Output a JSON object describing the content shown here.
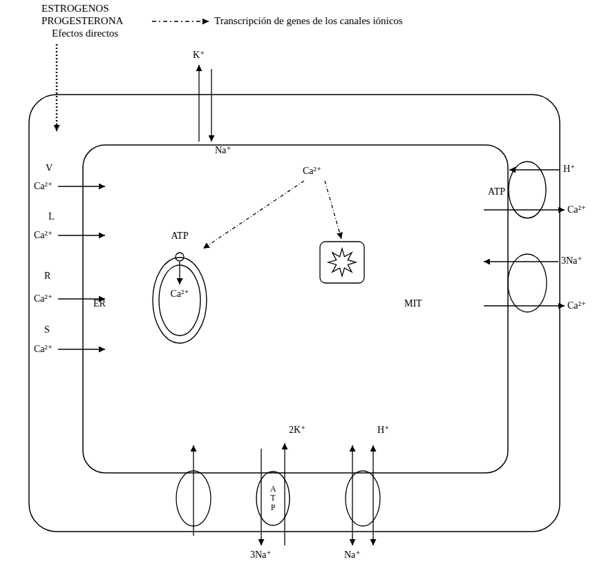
{
  "diagram": {
    "nodes": [
      {
        "text": [
          "ATP",
          "Ca²⁺"
        ]
      },
      {
        "text": [
          "ATP"
        ]
      },
      {
        "text": [
          "ATP"
        ]
      }
    ],
    "labels": [
      "ESTROGENOS",
      "PROGESTERONA",
      "Efectos directos",
      "Transcripción de genes de los canales iónicos",
      "K⁺",
      "Na⁺",
      "Ca²⁺",
      "V",
      "Ca²⁺",
      "L",
      "Ca²⁺",
      "R",
      "Ca²⁺",
      "S",
      "Ca²⁺",
      "ER",
      "MIT",
      "H⁺",
      "Ca²⁺",
      "3Na⁺",
      "Ca²⁺",
      "2K⁺",
      "H⁺",
      "3Na⁺",
      "Na⁺"
    ]
  }
}
